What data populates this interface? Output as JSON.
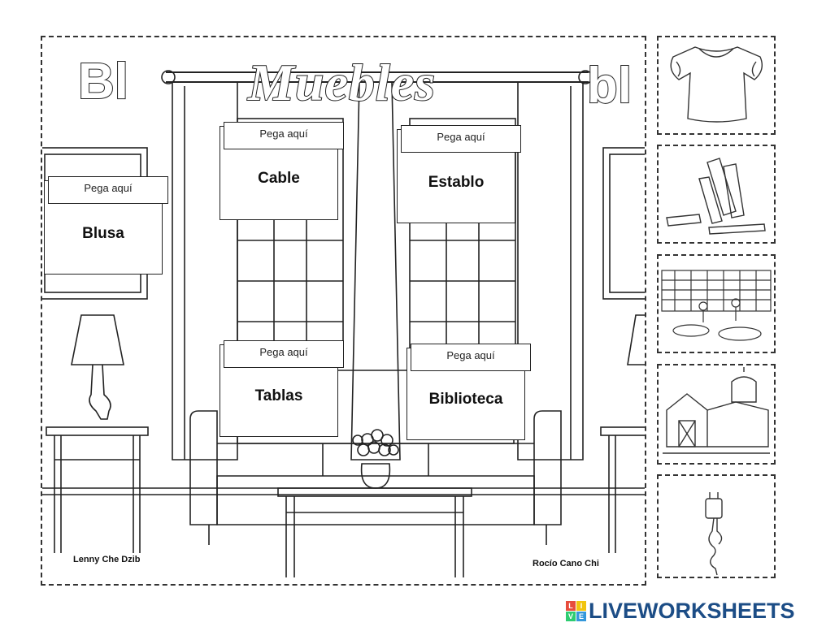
{
  "worksheet": {
    "title": "Muebles",
    "letters_left": "Bl",
    "letters_right": "bl",
    "paste_label": "Pega aquí",
    "cards": [
      {
        "word": "Blusa"
      },
      {
        "word": "Cable"
      },
      {
        "word": "Establo"
      },
      {
        "word": "Tablas"
      },
      {
        "word": "Biblioteca"
      }
    ],
    "side_images": [
      "blouse-image",
      "wood-planks-image",
      "library-image",
      "barn-image",
      "power-cable-image"
    ],
    "credits": {
      "left": "Lenny Che Dzib",
      "right": "Rocío Cano Chi"
    }
  },
  "branding": {
    "logo_text": "LIVEWORKSHEETS",
    "logo_icon_letters": [
      "L",
      "I",
      "V",
      "E"
    ],
    "colors": {
      "logo_text": "#1c4d86",
      "icon_tiles": [
        "#e74c3c",
        "#f1c40f",
        "#2ecc71",
        "#3498db"
      ]
    }
  }
}
